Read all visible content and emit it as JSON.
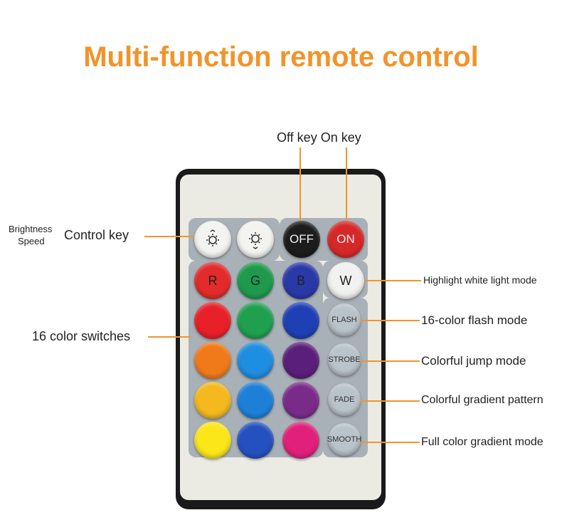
{
  "title": "Multi-function remote control",
  "labels": {
    "off_on_keys": "Off key On key",
    "brightness": "Brightness",
    "speed": "Speed",
    "control_key": "Control key",
    "color_switches": "16 color switches",
    "white_mode": "Highlight white light mode",
    "flash_mode": "16-color flash mode",
    "jump_mode": "Colorful jump mode",
    "gradient_pattern": "Colorful gradient pattern",
    "full_gradient": "Full color gradient mode"
  },
  "buttons": {
    "brightness_up_icon": "sun-up-icon",
    "brightness_down_icon": "sun-down-icon",
    "off": "OFF",
    "on": "ON",
    "r": "R",
    "g": "G",
    "b": "B",
    "w": "W",
    "flash": "FLASH",
    "strobe": "STROBE",
    "fade": "FADE",
    "smooth": "SMOOTH"
  },
  "colors": {
    "accent": "#f2942a",
    "red": "#e32b2b",
    "green": "#1f9a4c",
    "blue": "#2a39a8",
    "white": "#f1f1ef",
    "grid": [
      "#e8202a",
      "#1fa04f",
      "#1f3fb5",
      "#f07a1a",
      "#1e8ee0",
      "#5a1f7a",
      "#f5b81e",
      "#1e7fd8",
      "#7a2b8a",
      "#fbe61a",
      "#2450c0",
      "#e0207a"
    ]
  }
}
